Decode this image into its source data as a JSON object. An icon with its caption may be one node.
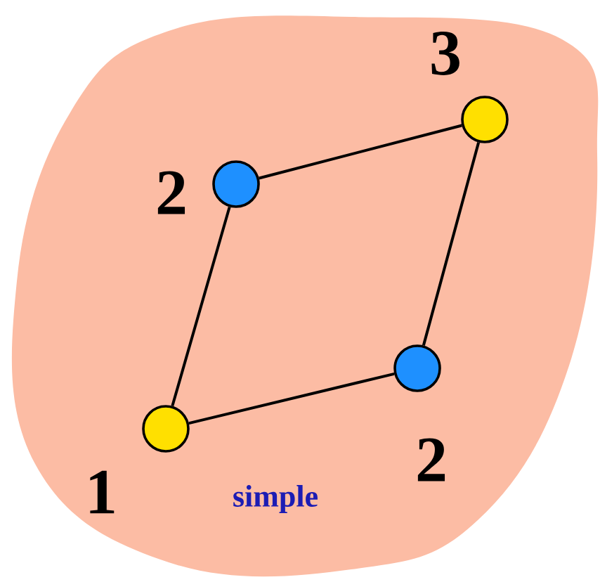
{
  "diagram": {
    "nodes": [
      {
        "text": [
          "simple"
        ]
      },
      {
        "text": [],
        "shape": "circle",
        "in": 0,
        "beside": [
          "1"
        ]
      },
      {
        "text": [],
        "shape": "circle",
        "in": 0,
        "beside": [
          "2"
        ]
      },
      {
        "text": [],
        "shape": "circle",
        "in": 0,
        "beside": [
          "3"
        ]
      },
      {
        "text": [],
        "shape": "circle",
        "in": 0,
        "beside": [
          "2"
        ]
      }
    ],
    "edges": [
      {
        "from": 1,
        "to": 2,
        "arrow": "none"
      },
      {
        "from": 2,
        "to": 3,
        "arrow": "none"
      },
      {
        "from": 3,
        "to": 4,
        "arrow": "none"
      },
      {
        "from": 4,
        "to": 1,
        "arrow": "none"
      }
    ]
  }
}
